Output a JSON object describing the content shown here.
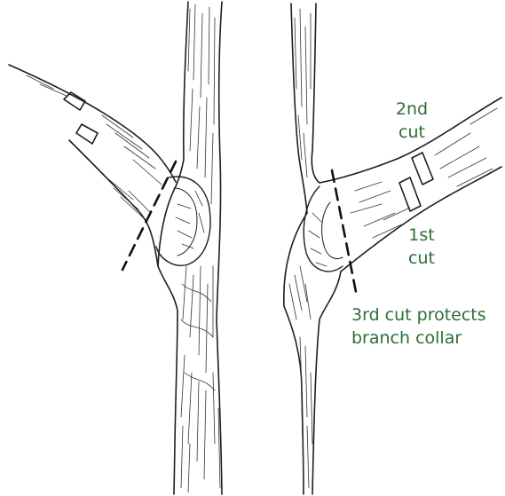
{
  "colors": {
    "label_text": "#2d6e35",
    "ink": "#1e1e1e",
    "cut_line": "#111111",
    "background": "#ffffff"
  },
  "labels": {
    "second_cut": {
      "line1": "2nd",
      "line2": "cut"
    },
    "first_cut": {
      "line1": "1st",
      "line2": "cut"
    },
    "third_cut": {
      "line1": "3rd cut protects",
      "line2": "branch collar"
    }
  }
}
